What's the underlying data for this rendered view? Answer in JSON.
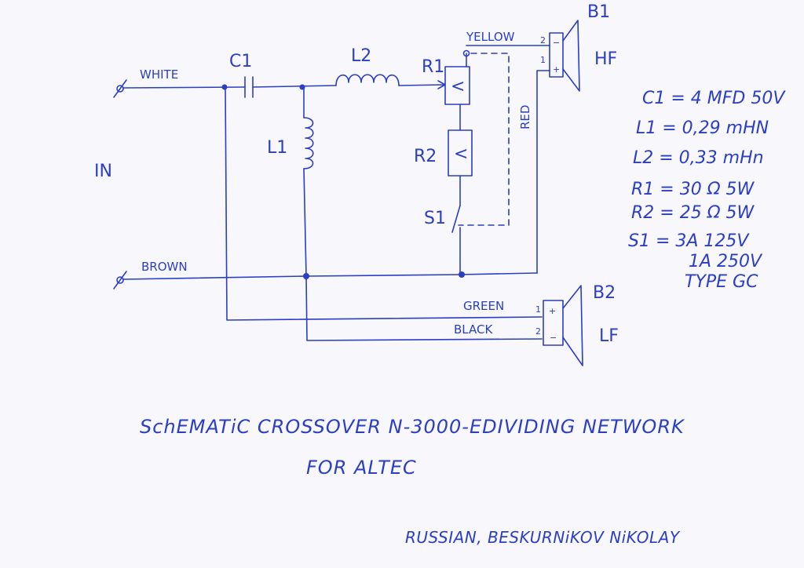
{
  "diagram": {
    "input": {
      "label": "IN",
      "wire_top": "WHITE",
      "wire_bottom": "BROWN"
    },
    "components": {
      "c1": "C1",
      "l1": "L1",
      "l2": "L2",
      "r1": "R1",
      "r2": "R2",
      "s1": "S1",
      "r1_symbol": "<",
      "r2_symbol": "<"
    },
    "wires": {
      "yellow": "YELLOW",
      "red": "RED",
      "green": "GREEN",
      "black": "BLACK"
    },
    "speakers": {
      "b1": {
        "name": "B1",
        "role": "HF",
        "pin_top": "2",
        "pin_bottom": "1",
        "sign_top": "−",
        "sign_bottom": "+"
      },
      "b2": {
        "name": "B2",
        "role": "LF",
        "pin_top": "1",
        "pin_bottom": "2",
        "sign_top": "+",
        "sign_bottom": "−"
      }
    },
    "specs": [
      "C1 = 4 MFD 50V",
      "L1 = 0,29 mHN",
      "L2 = 0,33 mHn",
      "R1 = 30 Ω 5W",
      "R2 = 25 Ω 5W",
      "S1 = 3A  125V",
      "1A  250V",
      "TYPE GC"
    ],
    "title_line1": "SchEMATiC CROSSOVER N-3000-EDIVIDING NETWORK",
    "title_line2": "FOR ALTEC",
    "author": "RUSSIAN, BESKURNiKOV NiKOLAY"
  }
}
